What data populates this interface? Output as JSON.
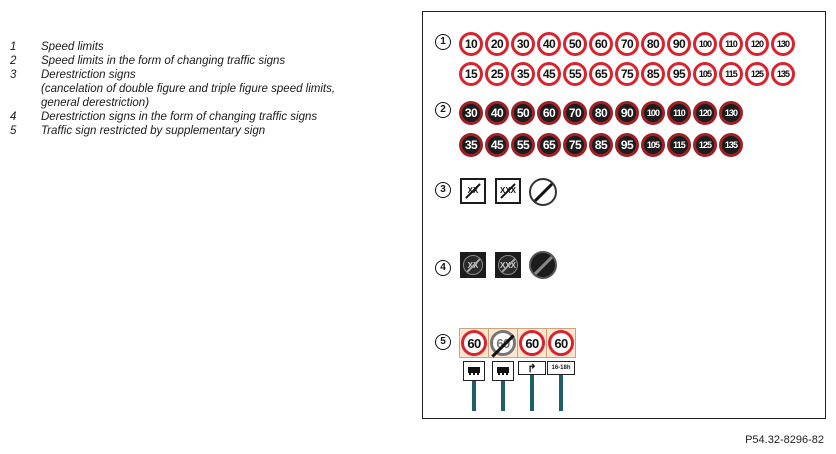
{
  "legend": [
    {
      "num": "1",
      "text": "Speed limits"
    },
    {
      "num": "2",
      "text": "Speed limits in the form of changing traffic signs"
    },
    {
      "num": "3",
      "text": "Derestriction signs\n(cancelation of double figure and triple figure speed limits,\ngeneral derestriction)"
    },
    {
      "num": "4",
      "text": "Derestriction signs in the form of changing traffic signs"
    },
    {
      "num": "5",
      "text": "Traffic sign restricted by supplementary sign"
    }
  ],
  "section_labels": [
    "1",
    "2",
    "3",
    "4",
    "5"
  ],
  "section1": {
    "row1": [
      "10",
      "20",
      "30",
      "40",
      "50",
      "60",
      "70",
      "80",
      "90",
      "100",
      "110",
      "120",
      "130"
    ],
    "row2": [
      "15",
      "25",
      "35",
      "45",
      "55",
      "65",
      "75",
      "85",
      "95",
      "105",
      "115",
      "125",
      "135"
    ]
  },
  "section2": {
    "row1": [
      "30",
      "40",
      "50",
      "60",
      "70",
      "80",
      "90",
      "100",
      "110",
      "120",
      "130"
    ],
    "row2": [
      "35",
      "45",
      "55",
      "65",
      "75",
      "85",
      "95",
      "105",
      "115",
      "125",
      "135"
    ]
  },
  "section3": {
    "double": "XX",
    "triple": "XXX"
  },
  "section4": {
    "double": "XX",
    "triple": "XXX"
  },
  "section5": {
    "sign_value": "60",
    "supplementary_time": "16-18h",
    "arrow_glyph": "↱"
  },
  "colors": {
    "red_ring": "#d7242f",
    "dark_bg": "#1c1c1c",
    "pole": "#1f5f66",
    "plate": "#fde6cf"
  },
  "ref_code": "P54.32-8296-82"
}
